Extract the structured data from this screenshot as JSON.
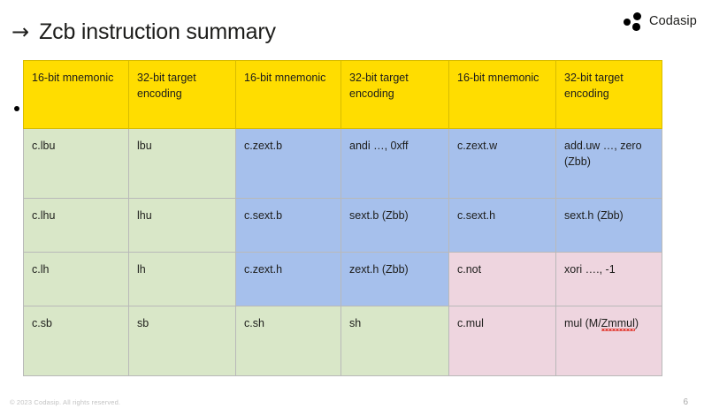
{
  "brand": {
    "logo_name": "Codasip",
    "logo_text": "Codasip",
    "accent_yellow": "#ffdd00",
    "green": "#d9e7c8",
    "blue": "#a6c0ec",
    "pink": "#eed5df",
    "text_color": "#1d1d1b"
  },
  "slide": {
    "arrow": "→",
    "title": "Zcb instruction summary"
  },
  "table": {
    "headers": [
      "16-bit mnemonic",
      "32-bit target encoding",
      "16-bit mnemonic",
      "32-bit target encoding",
      "16-bit mnemonic",
      "32-bit target encoding"
    ],
    "rows": [
      {
        "cells": [
          {
            "text": "c.lbu",
            "color": "green"
          },
          {
            "text": "lbu",
            "color": "green"
          },
          {
            "text": "c.zext.b",
            "color": "blue"
          },
          {
            "text": "andi …, 0xff",
            "color": "blue"
          },
          {
            "text": "c.zext.w",
            "color": "blue"
          },
          {
            "text": "add.uw …, zero (Zbb)",
            "color": "blue"
          }
        ]
      },
      {
        "cells": [
          {
            "text": "c.lhu",
            "color": "green"
          },
          {
            "text": "lhu",
            "color": "green"
          },
          {
            "text": "c.sext.b",
            "color": "blue"
          },
          {
            "text": "sext.b (Zbb)",
            "color": "blue"
          },
          {
            "text": "c.sext.h",
            "color": "blue"
          },
          {
            "text": "sext.h (Zbb)",
            "color": "blue"
          }
        ]
      },
      {
        "cells": [
          {
            "text": "c.lh",
            "color": "green"
          },
          {
            "text": "lh",
            "color": "green"
          },
          {
            "text": "c.zext.h",
            "color": "blue"
          },
          {
            "text": "zext.h (Zbb)",
            "color": "blue"
          },
          {
            "text": "c.not",
            "color": "pink"
          },
          {
            "text": "xori ….,  -1",
            "color": "pink"
          }
        ]
      },
      {
        "cells": [
          {
            "text": "c.sb",
            "color": "green"
          },
          {
            "text": "sb",
            "color": "green"
          },
          {
            "text": "c.sh",
            "color": "green"
          },
          {
            "text": "sh",
            "color": "green"
          },
          {
            "text": "c.mul",
            "color": "pink"
          },
          {
            "text": "mul (M/Zmmul)",
            "color": "pink",
            "misspelled": "Zmmul"
          }
        ]
      }
    ]
  },
  "footer": {
    "copyright": "© 2023 Codasip. All rights reserved.",
    "page_number": "6"
  }
}
